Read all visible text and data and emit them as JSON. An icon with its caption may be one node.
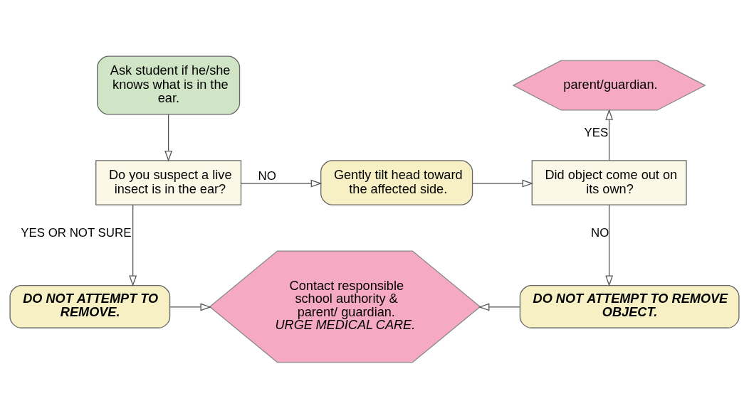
{
  "diagram": {
    "nodes": [
      {
        "text": [
          "Ask student if he/she knows what is in the ear."
        ]
      },
      {
        "text": [
          "parent/guardian."
        ]
      },
      {
        "text": [
          "Do you suspect a live insect is in the ear?"
        ]
      },
      {
        "text": [
          "Gently tilt head toward the affected side."
        ]
      },
      {
        "text": [
          "Did object come out on its own?"
        ]
      },
      {
        "text": [
          "DO NOT ATTEMPT TO REMOVE."
        ]
      },
      {
        "text": [
          "Contact responsible school authority & parent/ guardian. *URGE MEDICAL CARE.*"
        ]
      },
      {
        "text": [
          "DO NOT ATTEMPT TO REMOVE OBJECT."
        ]
      }
    ],
    "edges": [
      {
        "from": 0,
        "to": 2,
        "arrow": "to"
      },
      {
        "from": 2,
        "to": 3,
        "label": "NO",
        "arrow": "to"
      },
      {
        "from": 3,
        "to": 4,
        "arrow": "to"
      },
      {
        "from": 4,
        "to": 1,
        "label": "YES",
        "arrow": "to"
      },
      {
        "from": 2,
        "to": 5,
        "label": "YES OR NOT SURE",
        "arrow": "to"
      },
      {
        "from": 4,
        "to": 7,
        "label": "NO",
        "arrow": "to"
      },
      {
        "from": 5,
        "to": 6,
        "arrow": "to"
      },
      {
        "from": 7,
        "to": 6,
        "arrow": "to"
      }
    ]
  }
}
